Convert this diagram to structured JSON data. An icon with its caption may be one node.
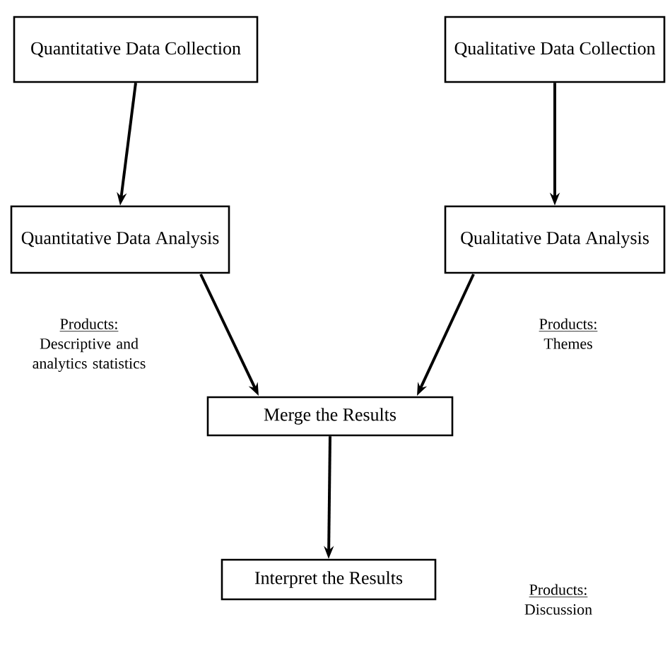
{
  "diagram": {
    "nodes": [
      {
        "text": [
          "Quantitative Data Collection"
        ]
      },
      {
        "text": [
          "Qualitative Data Collection"
        ]
      },
      {
        "text": [
          "Quantitative Data Analysis"
        ],
        "beside": [
          "Products:",
          "Descriptive and analytics statistics"
        ]
      },
      {
        "text": [
          "Qualitative Data Analysis"
        ],
        "beside": [
          "Products:",
          "Themes"
        ]
      },
      {
        "text": [
          "Merge the Results"
        ]
      },
      {
        "text": [
          "Interpret the Results"
        ],
        "beside": [
          "Products:",
          "Discussion"
        ]
      }
    ],
    "edges": [
      {
        "from": 0,
        "to": 2,
        "arrow": "to"
      },
      {
        "from": 1,
        "to": 3,
        "arrow": "to"
      },
      {
        "from": 2,
        "to": 4,
        "arrow": "to"
      },
      {
        "from": 3,
        "to": 4,
        "arrow": "to"
      },
      {
        "from": 4,
        "to": 5,
        "arrow": "to"
      }
    ]
  }
}
